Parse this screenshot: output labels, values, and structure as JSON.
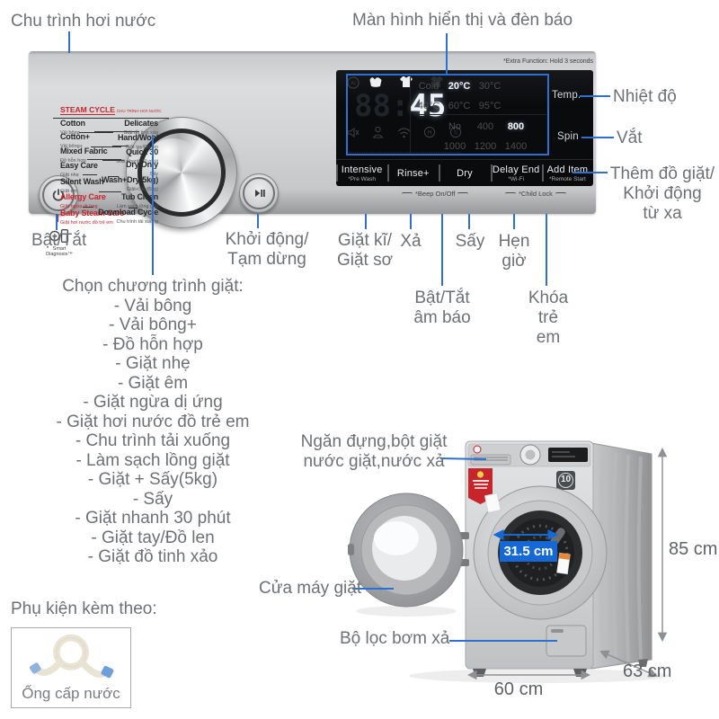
{
  "accent": {
    "blue": "#2e6fd4",
    "red": "#c8242c"
  },
  "callouts": {
    "steam_cycle": "Chu trình hơi nước",
    "display": "Màn hình hiển thị và đèn báo",
    "power": "Bật/Tắt",
    "start_pause": [
      "Khởi động/",
      "Tạm dừng"
    ],
    "prewash": [
      "Giặt kĩ/",
      "Giặt sơ"
    ],
    "rinse": "Xả",
    "dry": "Sấy",
    "delay": [
      "Hẹn",
      "giờ"
    ],
    "beep": [
      "Bật/Tắt",
      "âm báo"
    ],
    "child_lock": [
      "Khóa",
      "trẻ",
      "em"
    ],
    "temp": "Nhiệt độ",
    "spin": "Vắt",
    "add_item": [
      "Thêm đồ giặt/",
      "Khởi động",
      "từ xa"
    ]
  },
  "panel": {
    "steam_cycle_en": "STEAM CYCLE",
    "steam_cycle_vi": "CHU TRÌNH HƠI NƯỚC",
    "programs_left": [
      {
        "en": "Cotton",
        "vi": "Vải bông",
        "red": false
      },
      {
        "en": "Cotton+",
        "vi": "Vải bông+",
        "red": false
      },
      {
        "en": "Mixed Fabric",
        "vi": "Đồ hỗn hợp",
        "red": false
      },
      {
        "en": "Easy Care",
        "vi": "Giặt nhẹ",
        "red": false
      },
      {
        "en": "Silent Wash",
        "vi": "Giặt êm",
        "red": false
      },
      {
        "en": "Allergy Care",
        "vi": "Giặt ngừa dị ứng",
        "red": true
      },
      {
        "en": "Baby Steam Care",
        "vi": "Giặt hơi nước đồ trẻ em",
        "red": true
      }
    ],
    "programs_right": [
      {
        "en": "Delicates",
        "vi": "Giặt đồ tinh xảo"
      },
      {
        "en": "Hand/Wool",
        "vi": "Giặt tay/Đồ len"
      },
      {
        "en": "Quick 30",
        "vi": "Giặt nhanh 30 phút"
      },
      {
        "en": "Dry Only",
        "vi": "Sấy"
      },
      {
        "en": "Wash+Dry(5kg)",
        "vi": "Giặt+Sấy(5kg)"
      },
      {
        "en": "Tub Clean",
        "vi": "Làm sạch lồng giặt"
      },
      {
        "en": "Download Cycle",
        "vi": "Chu trình tải xuống"
      }
    ],
    "smart_diagnosis": [
      "Smart",
      "Diagnosis™"
    ],
    "extra_function": "*Extra Function: Hold 3 seconds",
    "display": {
      "ghost": "88",
      "colon": ":",
      "time": "45",
      "temps": [
        "Cold",
        "20°C",
        "30°C",
        "40°C",
        "60°C",
        "95°C"
      ],
      "temp_active": 1,
      "spins": [
        "No",
        "400",
        "800",
        "1000",
        "1200",
        "1400"
      ],
      "spin_active": 2,
      "temp_btn": "Temp.",
      "spin_btn": "Spin"
    },
    "buttons": [
      {
        "label": "Intensive",
        "sub": "*Pre Wash"
      },
      {
        "label": "Rinse+",
        "sub": ""
      },
      {
        "label": "Dry",
        "sub": ""
      },
      {
        "label": "Delay End",
        "sub": "*Wi-Fi"
      },
      {
        "label": "Add Item",
        "sub": "*Remote Start"
      }
    ],
    "beep_hint": "*Beep On/Off",
    "child_lock_hint": "*Child Lock"
  },
  "program_list": {
    "title": "Chọn chương trình giặt:",
    "items": [
      "- Vải bông",
      "- Vải bông+",
      "- Đồ hỗn hợp",
      "- Giặt nhẹ",
      "- Giặt êm",
      "- Giặt ngừa dị ứng",
      "- Giặt hơi nước đồ trẻ em",
      "- Chu trình tải xuống",
      "- Làm sạch lồng giặt",
      "- Giặt + Sấy(5kg)",
      "- Sấy",
      "- Giặt nhanh 30 phút",
      "- Giặt tay/Đồ len",
      "- Giặt đồ tinh xảo"
    ]
  },
  "accessories": {
    "title": "Phụ kiện kèm theo:",
    "hose": "Ống cấp nước"
  },
  "machine": {
    "labels": {
      "drawer": [
        "Ngăn đựng,bột giặt",
        "nước giặt,nước xả"
      ],
      "door": "Cửa máy giặt",
      "filter": "Bộ lọc bơm xả"
    },
    "dims": {
      "door_width": "31.5 cm",
      "height": "85 cm",
      "width": "60 cm",
      "depth": "63 cm"
    },
    "badge_ten": "10"
  }
}
